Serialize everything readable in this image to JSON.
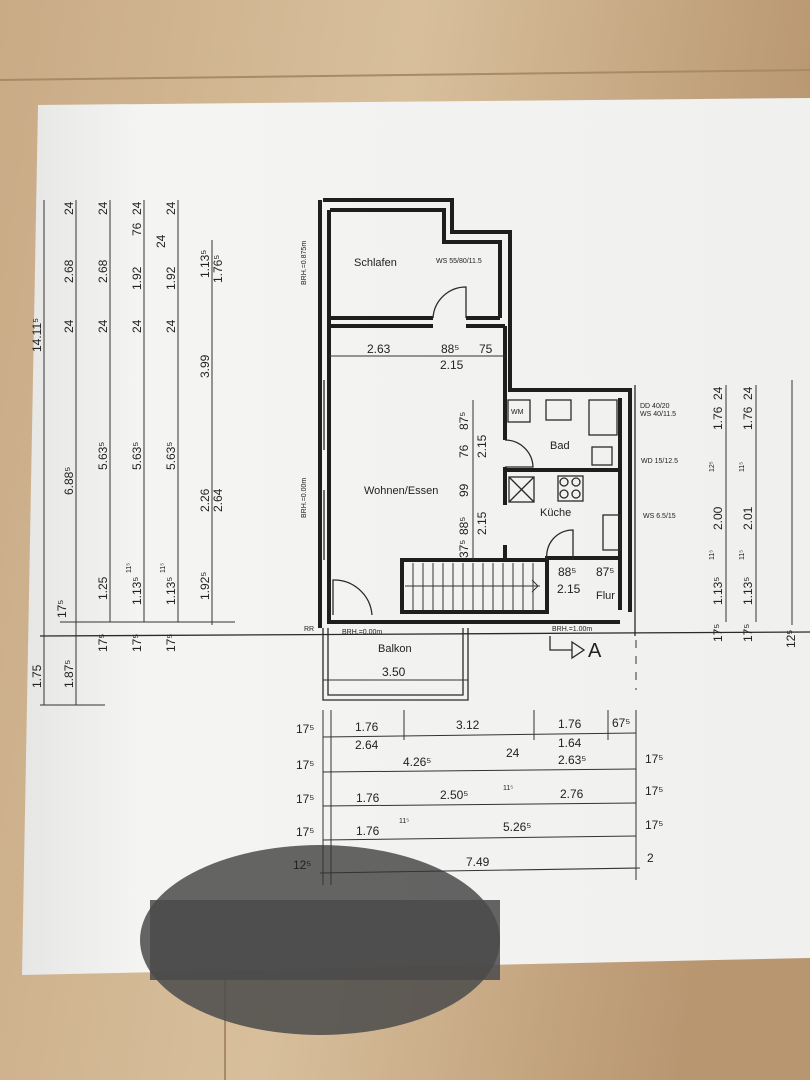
{
  "rooms": {
    "schlafen": "Schlafen",
    "wohnen": "Wohnen/Essen",
    "bad": "Bad",
    "kueche": "Küche",
    "flur": "Flur",
    "balkon": "Balkon",
    "wm": "WM"
  },
  "annotations": {
    "brh_schlafen": "BRH.=0.875m",
    "brh_wohnen": "BRH.=0.00m",
    "brh_balkon": "BRH.=0.00m",
    "brh_flur": "BRH.=1.00m",
    "rr": "RR",
    "section": "A",
    "ws_schlafen": "WS 55/80/11.5",
    "dd": "DD 40/20",
    "ws_bad": "WS 40/11.5",
    "wd": "WD 15/12.5",
    "ws_kueche": "WS 6.5/15"
  },
  "inner_dims": {
    "schlafen_w1": "2.63",
    "door1": "88⁵",
    "schlafen_w3": "75",
    "schlafen_total": "2.15",
    "v1": "87⁵",
    "v2": "76",
    "v3": "2.15",
    "v4": "99",
    "v5": "88⁵",
    "v6": "2.15",
    "v7": "37⁵",
    "flur1": "88⁵",
    "flur2": "87⁵",
    "flur3": "2.15",
    "balkon_w": "3.50"
  },
  "left_dims": {
    "c1": [
      "1.75",
      "14.11⁵"
    ],
    "c2": [
      "1.87⁵",
      "6.88⁵",
      "24",
      "2.68",
      "24"
    ],
    "c3": [
      "17⁵",
      "1.25",
      "5.63⁵",
      "24",
      "2.68",
      "24"
    ],
    "c4": [
      "17⁵",
      "1.13⁵",
      "11⁵",
      "5.63⁵",
      "24",
      "1.92",
      "24",
      "76"
    ],
    "c5": [
      "17⁵",
      "1.13⁵",
      "11⁵",
      "5.63⁵",
      "24",
      "1.92",
      "24",
      "24"
    ],
    "c6": [
      "1.92⁵",
      "2.26",
      "2.64",
      "3.99",
      "1.13⁵",
      "1.76⁵"
    ],
    "extra": "17⁵"
  },
  "right_dims": {
    "c1": [
      "17⁵",
      "1.13⁵",
      "11⁵",
      "2.00",
      "12⁵",
      "1.76",
      "24"
    ],
    "c2": [
      "17⁵",
      "1.13⁵",
      "11⁵",
      "2.01",
      "11⁵",
      "1.76",
      "24"
    ],
    "c3": "12⁵"
  },
  "bottom_dims": {
    "r1": [
      "17⁵",
      "1.76",
      "2.64",
      "3.12",
      "1.76",
      "1.64",
      "67⁵"
    ],
    "r2": [
      "17⁵",
      "4.26⁵",
      "24",
      "2.63⁵",
      "17⁵"
    ],
    "r3": [
      "17⁵",
      "1.76",
      "2.50⁵",
      "11⁵",
      "2.76",
      "17⁵"
    ],
    "r4": [
      "17⁵",
      "1.76",
      "11⁵",
      "5.26⁵",
      "17⁵"
    ],
    "r5": [
      "12⁵",
      "7.49",
      "2"
    ]
  },
  "colors": {
    "paper": "#f2f2f0",
    "wood": "#b89a76",
    "ink": "#1e1e1e"
  }
}
